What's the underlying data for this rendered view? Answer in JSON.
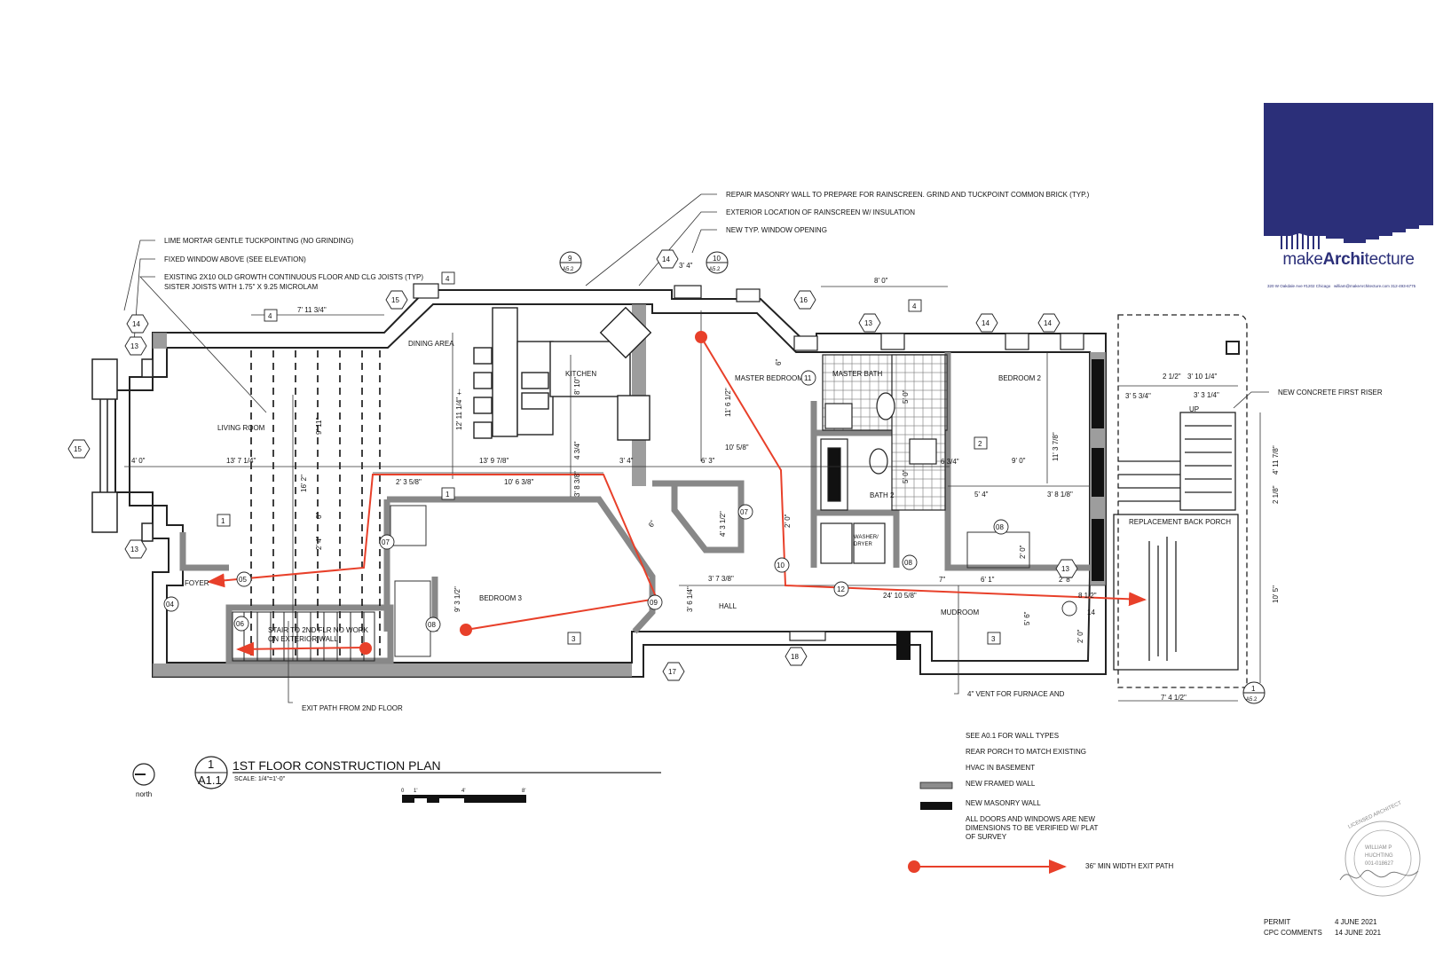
{
  "brand": {
    "name": "makeArchitecture",
    "name_prefix": "make",
    "name_highlight": "Archi",
    "name_suffix": "tecture",
    "address": "320 W Oakdale Ave #1202 Chicago",
    "email_phone": "william@makeArchitecture.com 312-493-6775",
    "color": "#2b2f79"
  },
  "title": {
    "detail_num": "1",
    "sheet": "A1.1",
    "name": "1ST FLOOR CONSTRUCTION PLAN",
    "scale": "SCALE: 1/4\"=1'-0\"",
    "north": "north",
    "scale_bar": [
      "0",
      "1'",
      "4'",
      "8'"
    ]
  },
  "callouts": {
    "repair_masonry": "REPAIR MASONRY WALL TO PREPARE FOR RAINSCREEN. GRIND AND TUCKPOINT COMMON BRICK (TYP.)",
    "rainscreen": "EXTERIOR LOCATION OF RAINSCREEN W/ INSULATION",
    "window_opening": "NEW TYP. WINDOW OPENING",
    "lime_mortar": "LIME MORTAR GENTLE TUCKPOINTING (NO GRINDING)",
    "fixed_window": "FIXED WINDOW ABOVE (SEE ELEVATION)",
    "joists_1": "EXISTING 2X10 OLD GROWTH CONTINUOUS FLOOR AND CLG JOISTS (TYP)",
    "joists_2": "SISTER JOISTS WITH 1.75\" X 9.25  MICROLAM",
    "concrete_riser": "NEW CONCRETE FIRST RISER",
    "exit_path": "EXIT PATH FROM 2ND FLOOR",
    "vent": "4\" VENT FOR FURNACE AND",
    "stair_1": "STAIR TO 2ND FLR NO WORK",
    "stair_2": "ON EXTERIOR WALL",
    "up": "UP"
  },
  "rooms": {
    "living": "LIVING ROOM",
    "dining": "DINING AREA",
    "kitchen": "KITCHEN",
    "master_bed": "MASTER BEDROOM",
    "master_bath": "MASTER BATH",
    "bedroom2": "BEDROOM 2",
    "bath2": "BATH 2",
    "washer": "WASHER/",
    "dryer": "DRYER",
    "bedroom3": "BEDROOM 3",
    "hall": "HALL",
    "mudroom": "MUDROOM",
    "foyer": "FOYER",
    "back_porch": "REPLACEMENT BACK PORCH"
  },
  "dimensions": {
    "d1": "7' 11 3/4\"",
    "d2": "8' 0\"",
    "d3": "3' 4\"",
    "d4": "4' 0\"",
    "d5": "13' 7 1/4\"",
    "d6": "13' 9 7/8\"",
    "d7": "3' 4\"",
    "d8": "6' 3\"",
    "d9": "10' 5/8\"",
    "d10": "2' 3 5/8\"",
    "d11": "10' 6 3/8\"",
    "d12": "12' 11 1/4\" +-",
    "d13": "8' 10\"",
    "d14": "4 3/4\"",
    "d15": "3' 8 3/8\"",
    "d16": "11' 6 1/2\"",
    "d17": "16' 2\"",
    "d18": "9' 3 1/2\"",
    "d19": "6\"",
    "d20": "4' 3 1/2\"",
    "d21": "3' 7 3/8\"",
    "d22": "3' 6 1/4\"",
    "d23": "24' 10 5/8\"",
    "d24": "5' 0\"",
    "d25": "5' 0\"",
    "d26": "6 3/4\"",
    "d27": "9' 0\"",
    "d28": "11' 3 7/8\"",
    "d29": "5' 4\"",
    "d30": "3' 8 1/8\"",
    "d31": "2' 0\"",
    "d32": "6' 1\"",
    "d33": "2' 8\"",
    "d34": "8 1/2\"",
    "d35": "5' 6\"",
    "d36": "2' 0\"",
    "d37": "7\"",
    "d38": "3' 5 3/4\"",
    "d39": "2 1/2\"",
    "d40": "3' 10 1/4\"",
    "d41": "3' 3 1/4\"",
    "d42": "4' 11 7/8\"",
    "d43": "2 1/8\"",
    "d44": "10' 5\"",
    "d45": "7' 4 1/2\"",
    "d46": "2' 0\"",
    "d47": "6\"",
    "d48": "9' 11\"",
    "d49": "2' 4\"",
    "d50": "6\""
  },
  "tags": {
    "w4a": "4",
    "w4b": "4",
    "w4c": "4",
    "w2": "2",
    "w1a": "1",
    "w1b": "1",
    "w3a": "3",
    "w3b": "3",
    "s15a": "15",
    "s15b": "15",
    "s16": "16",
    "s14a": "14",
    "s14b": "14",
    "s14c": "14",
    "s14d": "14",
    "s14e": "14",
    "s13a": "13",
    "s13b": "13",
    "s13c": "13",
    "s13d": "13",
    "s17": "17",
    "s18": "18",
    "d05": "05",
    "d04": "04",
    "d06": "06",
    "d07a": "07",
    "d07b": "07",
    "d08a": "08",
    "d08b": "08",
    "d08c": "08",
    "d09": "09",
    "d10": "10",
    "d11": "11",
    "d12": "12",
    "sec9": "9",
    "sec9s": "A5.2",
    "sec10": "10",
    "sec10s": "A5.2",
    "sec1": "1",
    "sec1s": "A5.2"
  },
  "notes": [
    "SEE A0.1 FOR WALL TYPES",
    "REAR PORCH TO MATCH EXISTING",
    "HVAC IN BASEMENT",
    "NEW FRAMED WALL",
    "NEW MASONRY WALL",
    "ALL DOORS AND WINDOWS ARE NEW",
    "DIMENSIONS TO BE VERIFIED W/ PLAT",
    "OF SURVEY",
    "36\" MIN WIDTH EXIT PATH"
  ],
  "revisions": [
    {
      "label": "PERMIT",
      "date": "4 JUNE 2021"
    },
    {
      "label": "CPC COMMENTS",
      "date": "14 JUNE 2021"
    }
  ],
  "stamp": [
    "LICENSED ARCHITECT",
    "WILLIAM P",
    "HUCHTING",
    "001-018627"
  ],
  "colors": {
    "exit_path": "#e8402a",
    "wall": "#8c8c8c",
    "masonry": "#111111"
  }
}
